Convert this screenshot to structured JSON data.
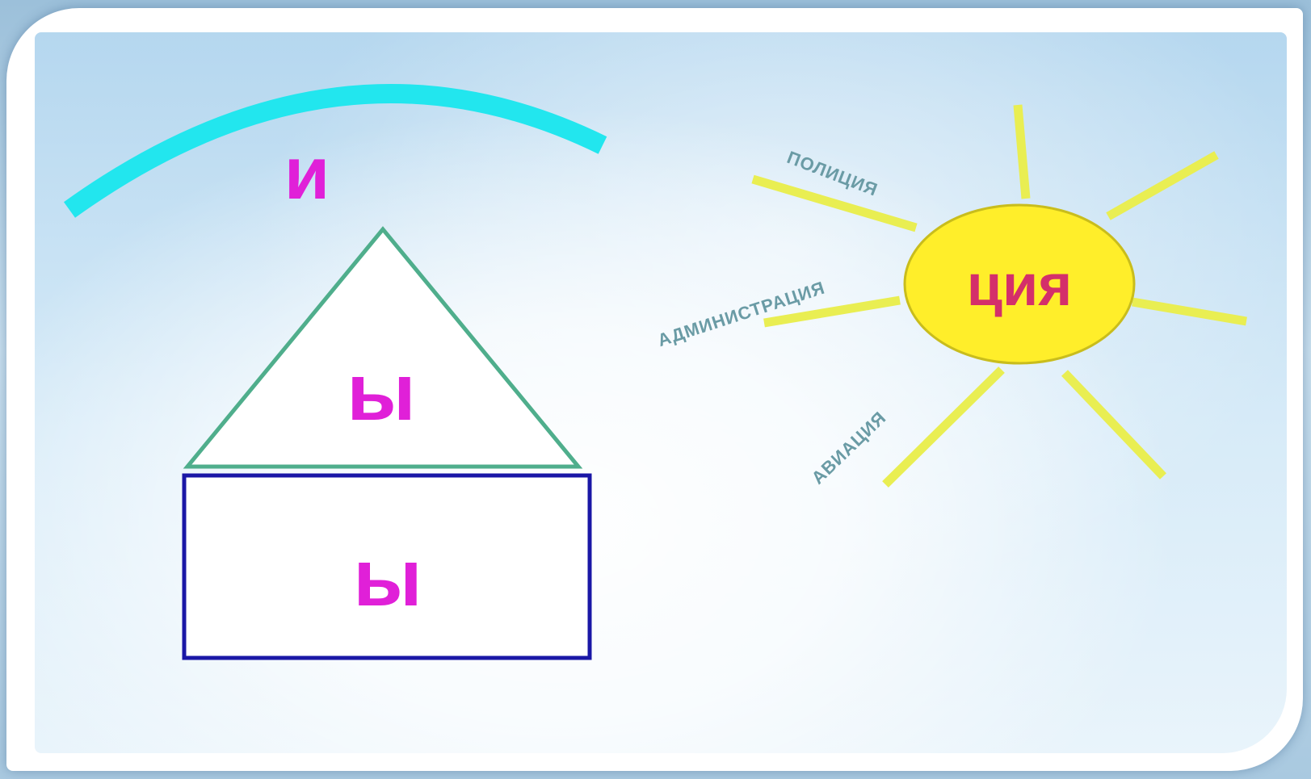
{
  "arc_letter": "и",
  "triangle_letter": "ы",
  "rectangle_letter": "ы",
  "sun_center_text": "ция",
  "ray_words": {
    "top": "ПОЛИЦИЯ",
    "middle": "АДМИНИСТРАЦИЯ",
    "bottom": "АВИАЦИЯ"
  },
  "colors": {
    "arc": "#22e6ee",
    "letters": "#e020d8",
    "triangle": "#4fae8c",
    "rectangle": "#1a17a6",
    "sun": "#ffee2a",
    "rays": "#e9ee52",
    "sun_text": "#d42f6a",
    "ray_words": "#6a9ba5"
  }
}
